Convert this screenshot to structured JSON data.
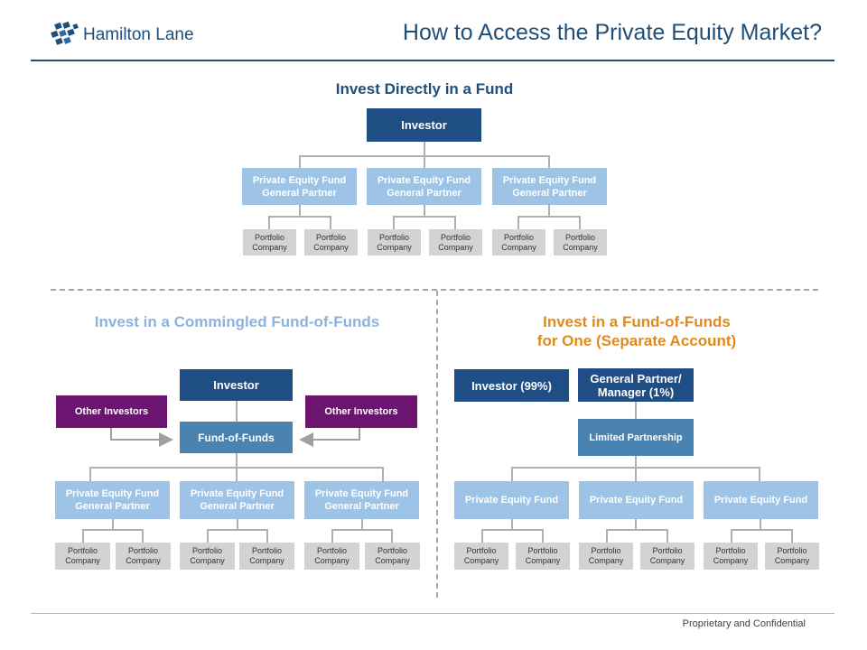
{
  "header": {
    "logo_text": "Hamilton Lane",
    "title": "How to Access the Private Equity Market?"
  },
  "footer": {
    "text": "Proprietary and Confidential"
  },
  "direct": {
    "title": "Invest Directly in a Fund",
    "investor": "Investor",
    "gp_label": "Private Equity Fund\nGeneral Partner",
    "portfolio_label": "Portfolio\nCompany"
  },
  "commingled": {
    "title": "Invest in a Commingled Fund-of-Funds",
    "investor": "Investor",
    "other_investors": "Other Investors",
    "fund_of_funds": "Fund-of-Funds",
    "gp_label": "Private Equity Fund\nGeneral Partner",
    "portfolio_label": "Portfolio\nCompany"
  },
  "separate": {
    "title": "Invest in a Fund-of-Funds\nfor One (Separate Account)",
    "investor": "Investor (99%)",
    "gp_manager": "General Partner/\nManager (1%)",
    "limited_partnership": "Limited Partnership",
    "fund_label": "Private Equity Fund",
    "portfolio_label": "Portfolio\nCompany"
  },
  "colors": {
    "navy": "#1e4e84",
    "mid_blue": "#4a82b0",
    "light_blue": "#9dc3e6",
    "purple": "#6b1470",
    "gray_box": "#d3d3d3",
    "title_navy": "#1f4e79",
    "title_light_blue": "#8ab4df",
    "title_orange": "#e08a1e"
  }
}
